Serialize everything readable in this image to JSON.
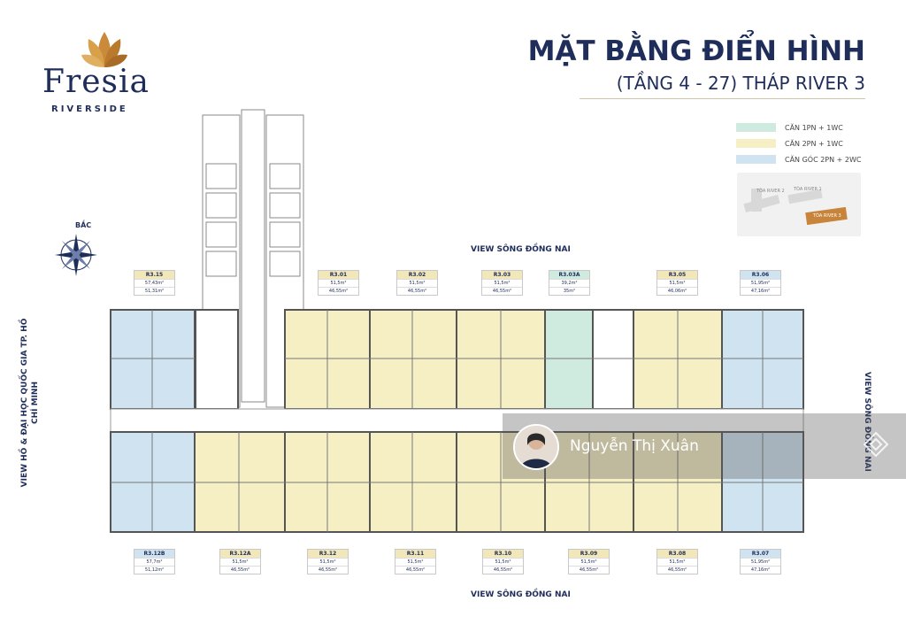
{
  "brand": {
    "name": "Fresia",
    "sub": "RIVERSIDE"
  },
  "title": "MẶT BẰNG ĐIỂN HÌNH",
  "subtitle": "(TẦNG 4 - 27) THÁP RIVER 3",
  "legend": [
    {
      "label": "CĂN 1PN + 1WC",
      "color": "#cfeadf"
    },
    {
      "label": "CĂN 2PN + 1WC",
      "color": "#f6efc4"
    },
    {
      "label": "CĂN GÓC 2PN + 2WC",
      "color": "#cfe3f1"
    }
  ],
  "compass": "BẮC",
  "views": {
    "top": "VIEW SÔNG ĐỒNG NAI",
    "bottom": "VIEW SÔNG ĐỒNG NAI",
    "left": "VIEW HỒ & ĐẠI HỌC QUỐC GIA TP. HỒ CHÍ MINH",
    "right": "VIEW SÔNG ĐỒNG NAI"
  },
  "units_top": [
    {
      "code": "R3.15",
      "area1": "57,43m²",
      "area2": "51,31m²"
    },
    {
      "code": "R3.01",
      "area1": "51,5m²",
      "area2": "46,55m²"
    },
    {
      "code": "R3.02",
      "area1": "51,5m²",
      "area2": "46,55m²"
    },
    {
      "code": "R3.03",
      "area1": "51,5m²",
      "area2": "46,55m²"
    },
    {
      "code": "R3.03A",
      "area1": "39,2m²",
      "area2": "35m²"
    },
    {
      "code": "R3.05",
      "area1": "51,5m²",
      "area2": "46,06m²"
    },
    {
      "code": "R3.06",
      "area1": "51,95m²",
      "area2": "47,16m²"
    }
  ],
  "units_bottom": [
    {
      "code": "R3.12B",
      "area1": "57,7m²",
      "area2": "51,12m²"
    },
    {
      "code": "R3.12A",
      "area1": "51,5m²",
      "area2": "46,55m²"
    },
    {
      "code": "R3.12",
      "area1": "51,5m²",
      "area2": "46,55m²"
    },
    {
      "code": "R3.11",
      "area1": "51,5m²",
      "area2": "46,55m²"
    },
    {
      "code": "R3.10",
      "area1": "51,5m²",
      "area2": "46,55m²"
    },
    {
      "code": "R3.09",
      "area1": "51,5m²",
      "area2": "46,55m²"
    },
    {
      "code": "R3.08",
      "area1": "51,5m²",
      "area2": "46,55m²"
    },
    {
      "code": "R3.07",
      "area1": "51,95m²",
      "area2": "47,16m²"
    }
  ],
  "keymap_labels": [
    "TÒA RIVER 2",
    "TÒA RIVER 1",
    "TÒA RIVER 3"
  ],
  "watermark": {
    "name": "Nguyễn Thị Xuân"
  }
}
